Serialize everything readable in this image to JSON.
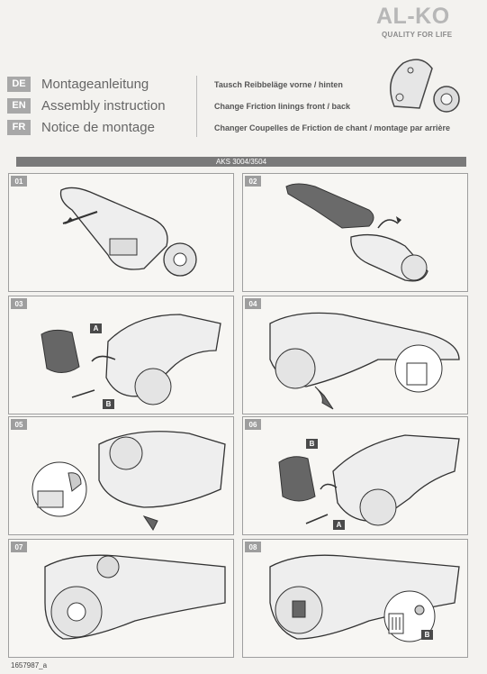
{
  "brand": {
    "logo": "AL-KO",
    "tagline": "QUALITY FOR LIFE"
  },
  "languages": [
    {
      "code": "DE",
      "title": "Montageanleitung",
      "subtitle": "Tausch Reibbeläge vorne / hinten"
    },
    {
      "code": "EN",
      "title": "Assembly instruction",
      "subtitle": "Change Friction linings front / back"
    },
    {
      "code": "FR",
      "title": "Notice de montage",
      "subtitle": "Changer Coupelles de Friction de chant / montage par arrière"
    }
  ],
  "model": "AKS 3004/3504",
  "steps": [
    {
      "num": "01",
      "tags": []
    },
    {
      "num": "02",
      "tags": []
    },
    {
      "num": "03",
      "tags": [
        "A",
        "B"
      ]
    },
    {
      "num": "04",
      "tags": []
    },
    {
      "num": "05",
      "tags": []
    },
    {
      "num": "06",
      "tags": [
        "B",
        "A"
      ]
    },
    {
      "num": "07",
      "tags": []
    },
    {
      "num": "08",
      "tags": [
        "B"
      ]
    }
  ],
  "doc_id": "1657987_a"
}
